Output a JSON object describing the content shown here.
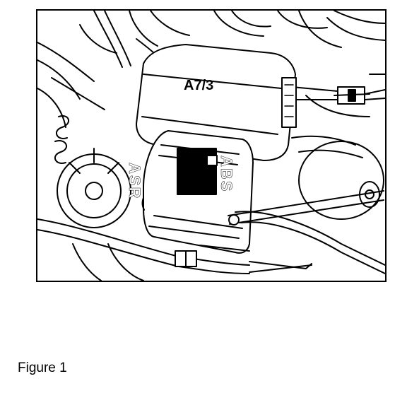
{
  "figure": {
    "component_label": "A7/3",
    "module_marking_abs": "ABS",
    "module_marking_asr": "ASR",
    "line_color": "#000000",
    "background_color": "#ffffff"
  },
  "caption": "Figure 1"
}
